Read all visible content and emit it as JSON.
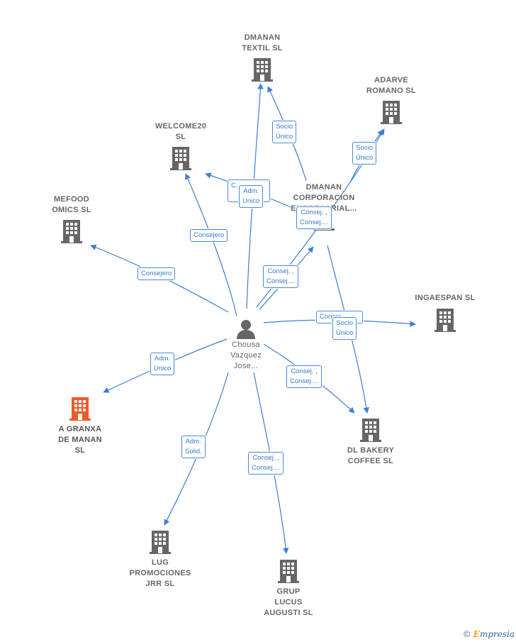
{
  "center": {
    "name_lines": [
      "Chousa",
      "Vazquez",
      "Jose..."
    ],
    "icon": "person-icon"
  },
  "colors": {
    "edge": "#3a7fd6",
    "building": "#666666",
    "building_highlight": "#f0582a",
    "label_text": "#666666"
  },
  "companies": [
    {
      "id": "dmanan-textil",
      "lines": [
        "DMANAN",
        "TEXTIL  SL"
      ],
      "highlight": false
    },
    {
      "id": "adarve-romano",
      "lines": [
        "ADARVE",
        "ROMANO  SL"
      ],
      "highlight": false
    },
    {
      "id": "welcome20",
      "lines": [
        "WELCOME20",
        "SL"
      ],
      "highlight": false
    },
    {
      "id": "mefood-omics",
      "lines": [
        "MEFOOD",
        "OMICS  SL"
      ],
      "highlight": false
    },
    {
      "id": "dmanan-corporacion",
      "lines": [
        "DMANAN",
        "CORPORACION",
        "EMPRESARIAL..."
      ],
      "highlight": false
    },
    {
      "id": "ingaespan",
      "lines": [
        "INGAESPAN SL"
      ],
      "highlight": false
    },
    {
      "id": "a-granxa",
      "lines": [
        "A GRANXA",
        "DE MANAN",
        "SL"
      ],
      "highlight": true
    },
    {
      "id": "dl-bakery",
      "lines": [
        "DL BAKERY",
        "COFFEE SL"
      ],
      "highlight": false
    },
    {
      "id": "lug-promociones",
      "lines": [
        "LUG",
        "PROMOCIONES",
        "JRR  SL"
      ],
      "highlight": false
    },
    {
      "id": "grup-lucus",
      "lines": [
        "GRUP",
        "LUCUS",
        "AUGUSTI SL"
      ],
      "highlight": false
    }
  ],
  "edge_labels": [
    {
      "id": "socio-unico-textil",
      "lines": [
        "Socio",
        "Único"
      ]
    },
    {
      "id": "socio-unico-adarve",
      "lines": [
        "Socio",
        "Único"
      ]
    },
    {
      "id": "consejero-welcome-partial",
      "lines": [
        "C..."
      ]
    },
    {
      "id": "adm-unico-welcome",
      "lines": [
        "Adm.",
        "Unico"
      ]
    },
    {
      "id": "consejero-welcome",
      "lines": [
        "Consejero"
      ]
    },
    {
      "id": "consejero-mefood",
      "lines": [
        "Consejero"
      ]
    },
    {
      "id": "consej-corporacion-top",
      "lines": [
        "Consej. ,",
        "Consej...."
      ]
    },
    {
      "id": "consej-corporacion",
      "lines": [
        "Consej. ,",
        "Consej...."
      ]
    },
    {
      "id": "consejero-ingaespan",
      "lines": [
        "Consej..."
      ]
    },
    {
      "id": "socio-unico-bakery",
      "lines": [
        "Socio",
        "Único"
      ]
    },
    {
      "id": "adm-unico-granxa",
      "lines": [
        "Adm.",
        "Unico"
      ]
    },
    {
      "id": "consej-bakery",
      "lines": [
        "Consej. ,",
        "Consej...."
      ]
    },
    {
      "id": "adm-solid-lug",
      "lines": [
        "Adm.",
        "Solid."
      ]
    },
    {
      "id": "consej-grup",
      "lines": [
        "Consej. ,",
        "Consej...."
      ]
    }
  ],
  "watermark": {
    "copyright": "©",
    "brand_initial": "E",
    "brand_rest": "mpresia"
  }
}
